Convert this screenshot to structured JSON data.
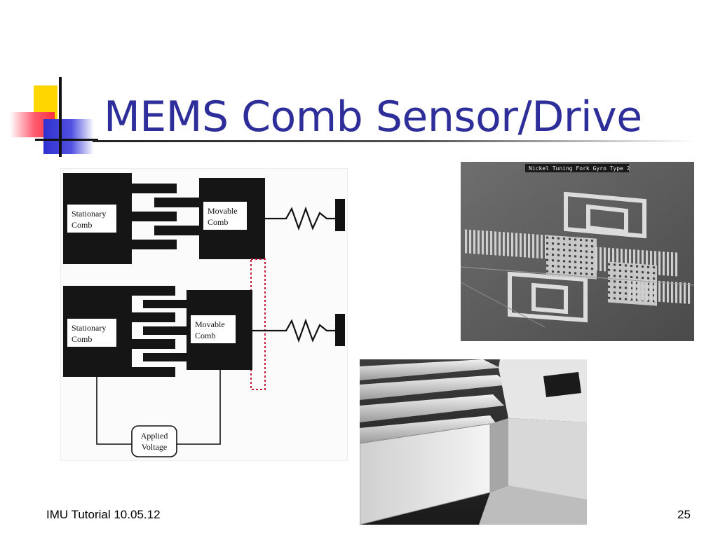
{
  "slide": {
    "title": "MEMS Comb Sensor/Drive",
    "footer_left": "IMU Tutorial 10.05.12",
    "page_number": "25"
  },
  "diagram": {
    "top_stationary_label_1": "Stationary",
    "top_stationary_label_2": "Comb",
    "top_movable_label_1": "Movable",
    "top_movable_label_2": "Comb",
    "bottom_stationary_label_1": "Stationary",
    "bottom_stationary_label_2": "Comb",
    "bottom_movable_label_1": "Movable",
    "bottom_movable_label_2": "Comb",
    "voltage_label_1": "Applied",
    "voltage_label_2": "Voltage"
  },
  "sem_top": {
    "caption": "Nickel Tuning Fork Gyro Type 2"
  },
  "colors": {
    "title": "#2e2e9a",
    "logo_yellow": "#ffd700",
    "logo_blue": "#3030d0",
    "logo_red": "#ff5a6e",
    "dashed_link": "#c0203a"
  }
}
